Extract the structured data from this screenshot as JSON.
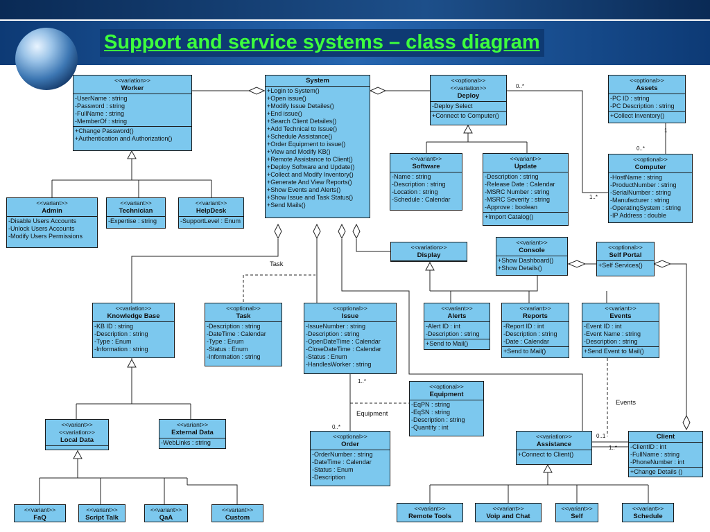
{
  "slide": {
    "title": "Support and service systems – class diagram"
  },
  "classes": {
    "worker": {
      "stereotypes": [
        "<<variation>>"
      ],
      "name": "Worker",
      "attributes": [
        "-UserName : string",
        "-Password : string",
        "-FullName : string",
        "-MemberOf : string"
      ],
      "operations": [
        "+Change Password()",
        "+Authentication and Authorization()"
      ]
    },
    "system": {
      "stereotypes": [],
      "name": "System",
      "attributes": [],
      "operations": [
        "+Login to System()",
        "+Open issue()",
        "+Modify Issue Detailes()",
        "+End issue()",
        "+Search Client Detailes()",
        "+Add Technical to Issue()",
        "+Schedule Assistance()",
        "+Order Equipment to issue()",
        "+View and Modify KB()",
        "+Remote Assistance to Client()",
        "+Deploy Software and Update()",
        "+Collect and Modify Inventory()",
        "+Generate And View Reports()",
        "+Show Events and Alerts()",
        "+Show Issue and Task Status()",
        "+Send Mails()"
      ]
    },
    "deploy": {
      "stereotypes": [
        "<<optional>>",
        "<<variation>>"
      ],
      "name": "Deploy",
      "attributes": [
        "-Deploy Select"
      ],
      "operations": [
        "+Connect to Computer()"
      ]
    },
    "assets": {
      "stereotypes": [
        "<<optional>>"
      ],
      "name": "Assets",
      "attributes": [
        "-PC ID : string",
        "-PC Description : string"
      ],
      "operations": [
        "+Collect Inventory()"
      ]
    },
    "admin": {
      "stereotypes": [
        "<<variant>>"
      ],
      "name": "Admin",
      "attributes": [],
      "operations": [
        "-Disable Users Accounts",
        "-Unlock Users Accounts",
        "-Modify Users Permissions"
      ]
    },
    "technician": {
      "stereotypes": [
        "<<variant>>"
      ],
      "name": "Technician",
      "attributes": [
        "-Expertise : string"
      ],
      "operations": []
    },
    "helpdesk": {
      "stereotypes": [
        "<<variant>>"
      ],
      "name": "HelpDesk",
      "attributes": [
        "-SupportLevel : Enum"
      ],
      "operations": []
    },
    "software": {
      "stereotypes": [
        "<<variant>>"
      ],
      "name": "Software",
      "attributes": [
        "-Name : string",
        "-Description : string",
        "-Location : string",
        "-Schedule : Calendar"
      ],
      "operations": []
    },
    "update": {
      "stereotypes": [
        "<<variant>>"
      ],
      "name": "Update",
      "attributes": [
        "-Description : string",
        "-Release Date : Calendar",
        "-MSRC Number : string",
        "-MSRC Severity : string",
        "-Approve : boolean"
      ],
      "operations": [
        "+Import Catalog()"
      ]
    },
    "computer": {
      "stereotypes": [
        "<<optional>>"
      ],
      "name": "Computer",
      "attributes": [
        "-HostName : string",
        "-ProductNumber : string",
        "-SerialNumber : string",
        "-Manufacturer : string",
        "-OperatingSystem : string",
        "-IP Address : double"
      ],
      "operations": []
    },
    "display": {
      "stereotypes": [
        "<<variation>>"
      ],
      "name": "Display",
      "attributes": [],
      "operations": []
    },
    "console": {
      "stereotypes": [
        "<<variant>>"
      ],
      "name": "Console",
      "attributes": [],
      "operations": [
        "+Show Dashboard()",
        "+Show Details()"
      ]
    },
    "selfportal": {
      "stereotypes": [
        "<<optional>>"
      ],
      "name": "Self Portal",
      "attributes": [],
      "operations": [
        "+Self Services()"
      ]
    },
    "knowledgebase": {
      "stereotypes": [
        "<<variation>>"
      ],
      "name": "Knowledge Base",
      "attributes": [
        "-KB ID : string",
        "-Description : string",
        "-Type : Enum",
        "-Information : string"
      ],
      "operations": []
    },
    "task": {
      "stereotypes": [
        "<<optional>>"
      ],
      "name": "Task",
      "attributes": [
        "-Description : string",
        "-DateTime : Calendar",
        "-Type : Enum",
        "-Status : Enum",
        "-Information : string"
      ],
      "operations": []
    },
    "issue": {
      "stereotypes": [
        "<<optional>>"
      ],
      "name": "Issue",
      "attributes": [
        "-IssueNumber : string",
        "-Description : string",
        "-OpenDateTime : Calendar",
        "-CloseDateTime : Calendar",
        "-Status : Enum",
        "-HandlesWorker : string"
      ],
      "operations": []
    },
    "alerts": {
      "stereotypes": [
        "<<variant>>"
      ],
      "name": "Alerts",
      "attributes": [
        "-Alert ID : int",
        "-Description : string"
      ],
      "operations": [
        "+Send to Mail()"
      ]
    },
    "reports": {
      "stereotypes": [
        "<<variant>>"
      ],
      "name": "Reports",
      "attributes": [
        "-Report ID : int",
        "-Description : string",
        "-Date : Calendar"
      ],
      "operations": [
        "+Send to Mail()"
      ]
    },
    "events": {
      "stereotypes": [
        "<<variant>>"
      ],
      "name": "Events",
      "attributes": [
        "-Event ID : int",
        "-Event Name : string",
        "-Description : string"
      ],
      "operations": [
        "+Send Event to Mail()"
      ]
    },
    "equipment": {
      "stereotypes": [
        "<<optional>>"
      ],
      "name": "Equipment",
      "attributes": [
        "-EqPN : string",
        "-EqSN : string",
        "-Description : string",
        "-Quantity : int"
      ],
      "operations": []
    },
    "localdata": {
      "stereotypes": [
        "<<variant>>",
        "<<variation>>"
      ],
      "name": "Local Data",
      "attributes": [],
      "operations": []
    },
    "externaldata": {
      "stereotypes": [
        "<<variant>>"
      ],
      "name": "External Data",
      "attributes": [
        "-WebLinks : string"
      ],
      "operations": []
    },
    "order": {
      "stereotypes": [
        "<<optional>>"
      ],
      "name": "Order",
      "attributes": [
        "-OrderNumber : string",
        "-DateTime : Calendar",
        "-Status : Enum",
        "-Description"
      ],
      "operations": []
    },
    "assistance": {
      "stereotypes": [
        "<<variation>>"
      ],
      "name": "Assistance",
      "attributes": [],
      "operations": [
        "+Connect to Client()"
      ]
    },
    "client": {
      "stereotypes": [],
      "name": "Client",
      "attributes": [
        "-ClientID : int",
        "-FullName : string",
        "-PhoneNumber : int"
      ],
      "operations": [
        "+Change Details ()"
      ]
    },
    "faq": {
      "stereotypes": [
        "<<variant>>"
      ],
      "name": "FaQ",
      "attributes": [],
      "operations": []
    },
    "scripttalk": {
      "stereotypes": [
        "<<variant>>"
      ],
      "name": "Script Talk",
      "attributes": [],
      "operations": []
    },
    "qaa": {
      "stereotypes": [
        "<<variant>>"
      ],
      "name": "QaA",
      "attributes": [],
      "operations": []
    },
    "custom": {
      "stereotypes": [
        "<<variant>>"
      ],
      "name": "Custom",
      "attributes": [],
      "operations": []
    },
    "remotetools": {
      "stereotypes": [
        "<<variant>>"
      ],
      "name": "Remote Tools",
      "attributes": [],
      "operations": []
    },
    "voipchat": {
      "stereotypes": [
        "<<variant>>"
      ],
      "name": "Voip and Chat",
      "attributes": [],
      "operations": []
    },
    "self": {
      "stereotypes": [
        "<<variant>>"
      ],
      "name": "Self",
      "attributes": [],
      "operations": []
    },
    "schedule": {
      "stereotypes": [
        "<<variant>>"
      ],
      "name": "Schedule",
      "attributes": [],
      "operations": []
    }
  },
  "labels": {
    "task": "Task",
    "equipment": "Equipment",
    "events": "Events"
  },
  "multiplicities": {
    "deploy_computer_top": "0..*",
    "computer_left": "1..*",
    "assets_bottom": "1",
    "computer_top": "0..*",
    "issue_bottom": "1..*",
    "order_top": "0..*",
    "assistance_right_top": "0..1",
    "assistance_right_bottom": "1..*"
  }
}
